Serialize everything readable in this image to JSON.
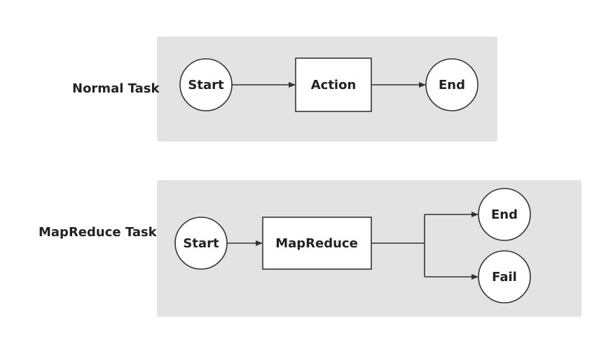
{
  "normal_task": {
    "label": "Normal Task",
    "start": "Start",
    "action": "Action",
    "end": "End"
  },
  "mapreduce_task": {
    "label": "MapReduce Task",
    "start": "Start",
    "mapreduce": "MapReduce",
    "end": "End",
    "fail": "Fail"
  },
  "colors": {
    "panel": "#e3e3e3",
    "stroke": "#333333",
    "node_fill": "#ffffff",
    "text": "#222222"
  }
}
